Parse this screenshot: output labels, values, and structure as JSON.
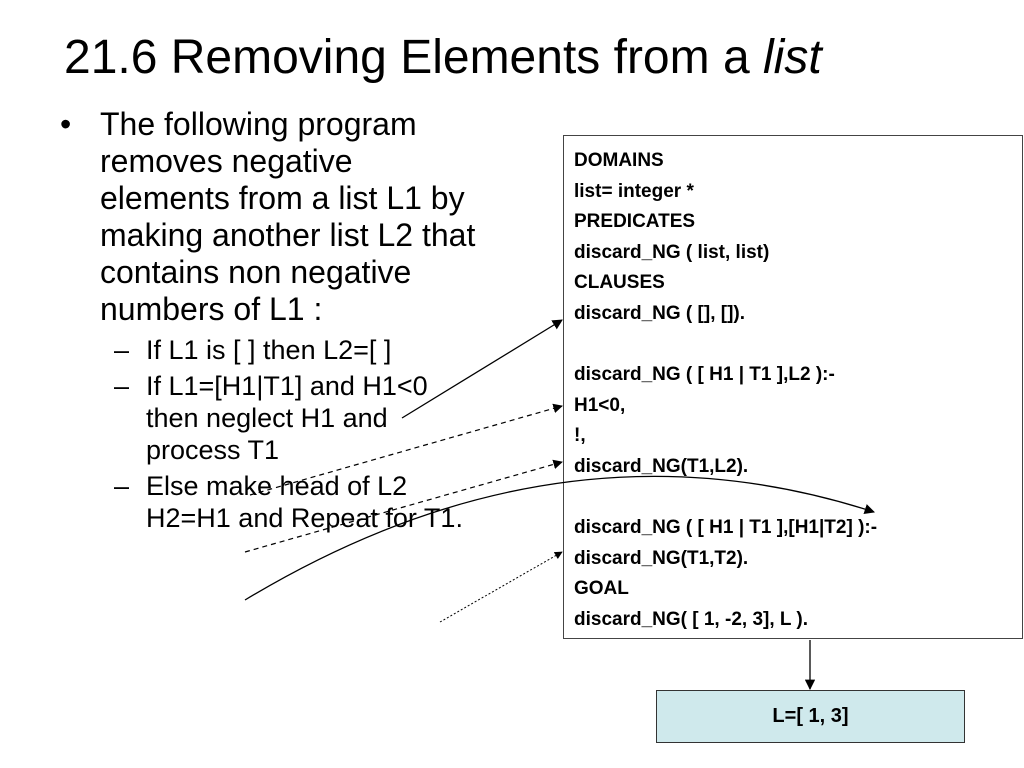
{
  "slide": {
    "title_prefix": "21.6 Removing Elements from a ",
    "title_emph": "list",
    "bullet_text": "The following program removes negative elements from a list L1   by making another list L2 that contains non negative numbers of L1 :",
    "sub_bullets": [
      "If L1 is [ ] then L2=[ ]",
      "If L1=[H1|T1] and H1<0 then neglect H1 and  process  T1",
      "Else make head of L2 H2=H1 and Repeat for T1."
    ],
    "code_lines": [
      "DOMAINS",
      "list= integer *",
      "PREDICATES",
      "discard_NG ( list, list)",
      "CLAUSES",
      "discard_NG ( [], []).",
      "",
      "discard_NG ( [ H1 | T1 ],L2 ):-",
      "H1<0,",
      "!,",
      "discard_NG(T1,L2).",
      "",
      "discard_NG ( [ H1 | T1 ],[H1|T2] ):-",
      "discard_NG(T1,T2).",
      "GOAL",
      "discard_NG( [ 1, -2, 3], L )."
    ],
    "result": "L=[ 1, 3]",
    "arrow_color": "#000000",
    "result_bg": "#cfe9ec"
  }
}
